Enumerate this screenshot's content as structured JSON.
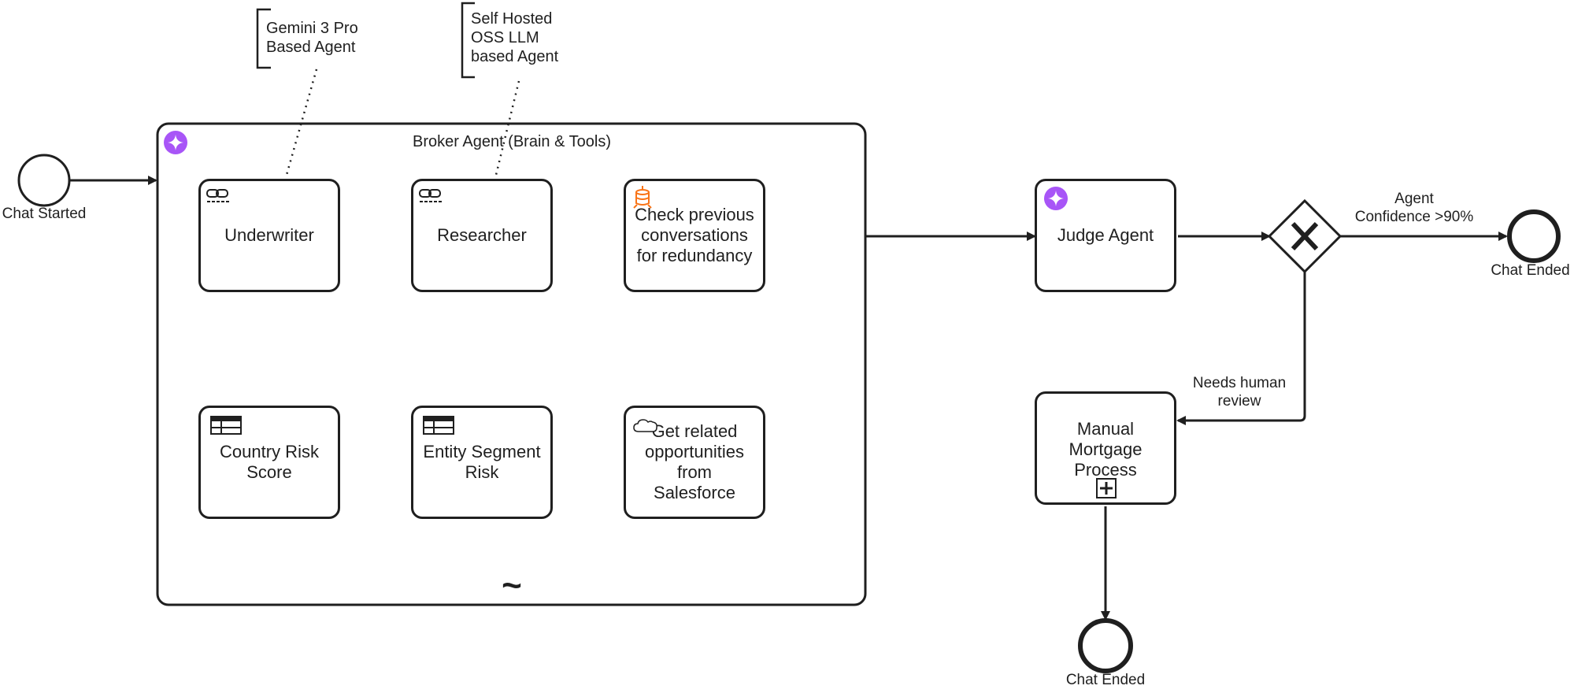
{
  "annotations": {
    "gemini": "Gemini 3 Pro\nBased Agent",
    "oss": "Self Hosted\nOSS LLM\nbased Agent"
  },
  "events": {
    "start": "Chat Started",
    "end_top": "Chat Ended",
    "end_bottom": "Chat Ended"
  },
  "subprocess": {
    "title": "Broker Agent (Brain & Tools)",
    "loop_marker": "~"
  },
  "tasks": {
    "underwriter": "Underwriter",
    "researcher": "Researcher",
    "check_previous": "Check previous\nconversations\nfor redundancy",
    "country_risk": "Country Risk\nScore",
    "entity_segment": "Entity Segment\nRisk",
    "salesforce": "Get related\nopportunities\nfrom Salesforce",
    "judge": "Judge Agent",
    "manual": "Manual\nMortgage\nProcess"
  },
  "flows": {
    "confidence": "Agent\nConfidence >90%",
    "human_review": "Needs human\nreview"
  },
  "icons": {
    "agent": "sparkle-icon",
    "llm": "chain-link-icon",
    "table": "table-icon",
    "database": "database-icon",
    "salesforce": "salesforce-cloud-icon",
    "gateway": "exclusive-gateway-x-icon",
    "collapsed": "plus-box-icon"
  },
  "colors": {
    "stroke": "#1f1f1f",
    "agent_purple": "#a855f7",
    "database_orange": "#f97316",
    "salesforce_blue": "#00a1e0"
  }
}
